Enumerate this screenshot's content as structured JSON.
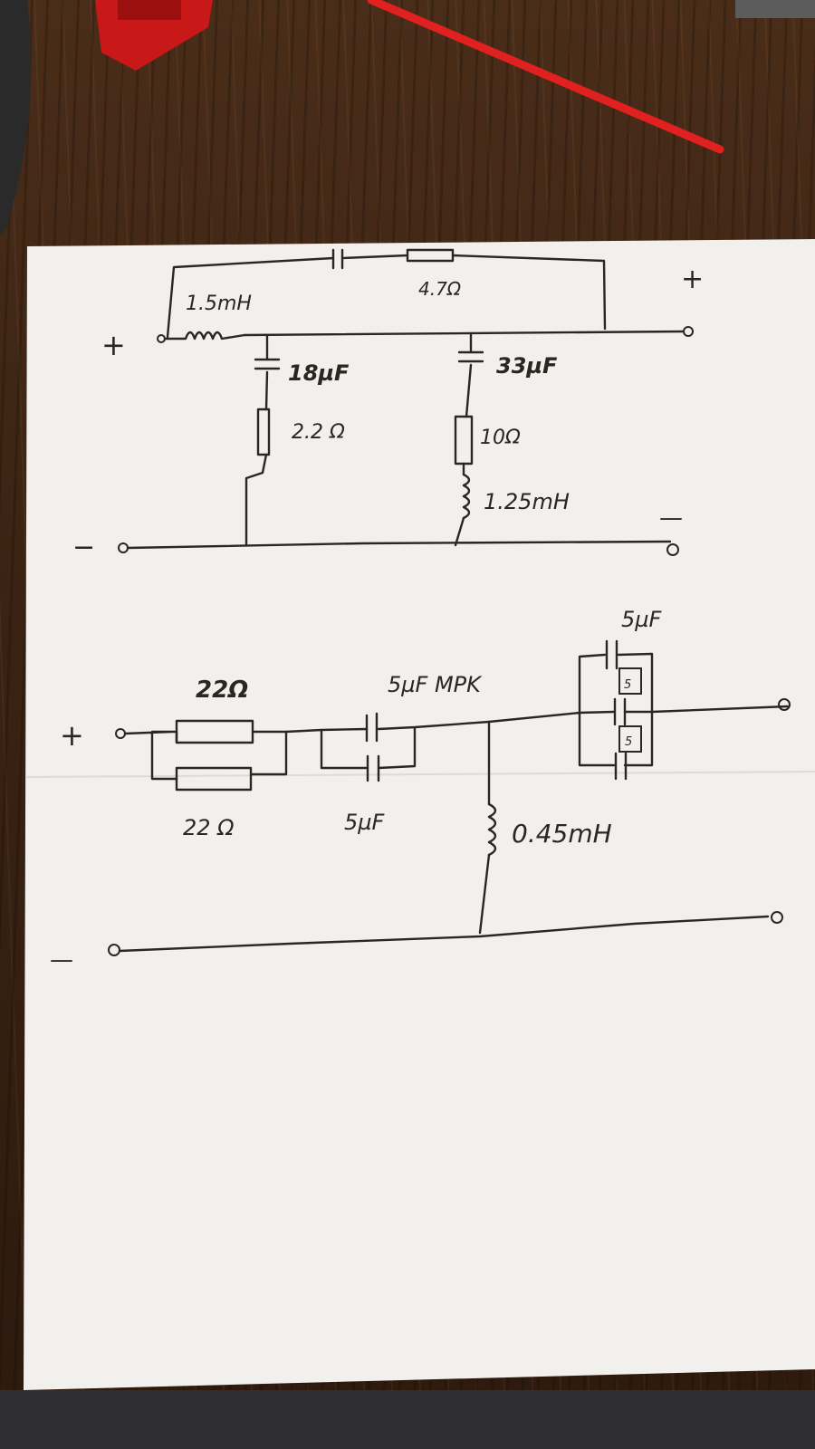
{
  "upper_circuit": {
    "input_plus": "+",
    "input_minus": "−",
    "output_plus": "+",
    "output_minus": "—",
    "series_inductor": "1.5mH",
    "bypass_resistor": "4.7Ω",
    "shunt1_capacitor": "18µF",
    "shunt1_resistor": "2.2 Ω",
    "shunt2_capacitor": "33µF",
    "shunt2_resistor": "10Ω",
    "shunt2_inductor": "1.25mH"
  },
  "lower_circuit": {
    "input_plus": "+",
    "input_minus": "—",
    "resistor_top": "22Ω",
    "resistor_bottom": "22 Ω",
    "capacitor_top": "5µF MPK",
    "capacitor_bottom": "5µF",
    "shunt_inductor": "0.45mH",
    "cap_group_top": "5µF",
    "cap_group_mid": "5",
    "cap_group_low": "5"
  },
  "colors": {
    "ink": "#2b2622",
    "paper": "#f1f0ec",
    "table": "#3a2414",
    "red_object": "#d41e1e"
  }
}
